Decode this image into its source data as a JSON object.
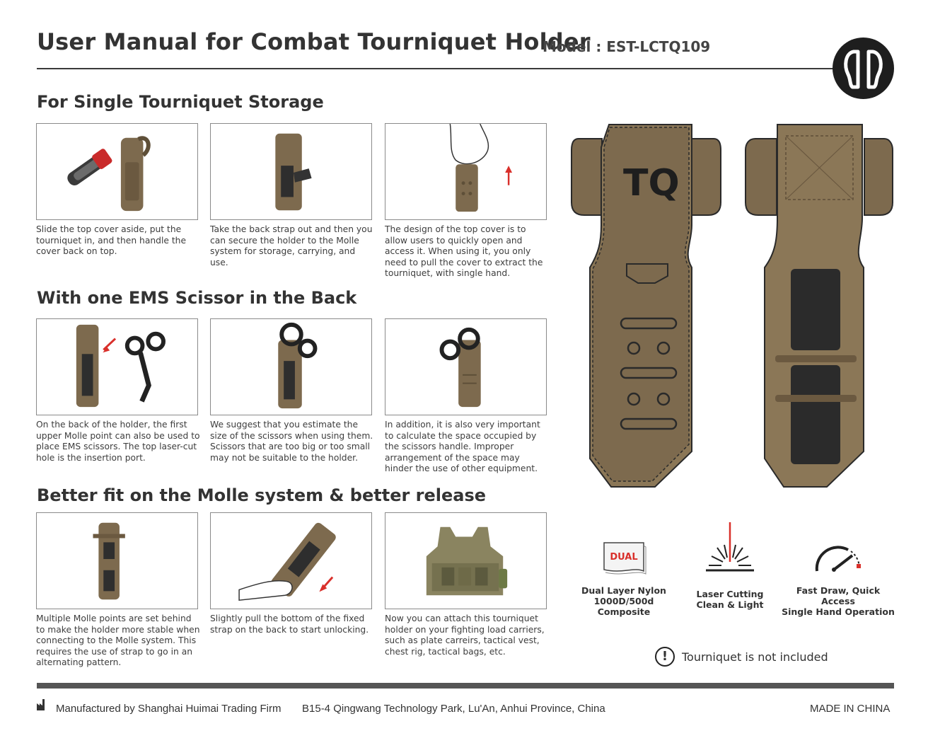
{
  "header": {
    "title": "User Manual for Combat Tourniquet Holder",
    "model": "Model : EST-LCTQ109"
  },
  "sections": [
    {
      "title": "For Single Tourniquet Storage",
      "captions": [
        "Slide the top cover aside, put the tourniquet in, and then handle the cover back on top.",
        "Take the back strap out and then you can secure the holder to the Molle system for storage, carrying, and use.",
        "The design of the top cover is to allow users to quickly open and access it. When using it, you only need to pull the cover to extract the tourniquet, with single hand."
      ]
    },
    {
      "title": "With one EMS Scissor in the Back",
      "captions": [
        "On the back of the holder, the first upper Molle point can also be used to place EMS scissors. The top laser-cut hole is the insertion port.",
        "We suggest that you estimate the size of the scissors when using them. Scissors that are too big or too small may not be suitable to the holder.",
        "In addition, it is also very important to calculate the space occupied by the scissors handle. Improper arrangement of the space may hinder the use of other equipment."
      ]
    },
    {
      "title": "Better fit on the Molle system & better release",
      "captions": [
        "Multiple Molle points are set behind to make the holder more stable when connecting to the Molle system. This requires the use of strap to go in an alternating pattern.",
        "Slightly pull the bottom of the fixed strap on the back to start unlocking.",
        "Now you can attach this tourniquet holder on your fighting load carriers, such as plate carreirs, tactical vest, chest rig, tactical bags, etc."
      ]
    }
  ],
  "hero": {
    "front_mark": "TQ"
  },
  "features": [
    {
      "badge": "DUAL",
      "line1": "Dual Layer Nylon",
      "line2": "1000D/500d Composite"
    },
    {
      "line1": "Laser Cutting",
      "line2": "Clean & Light"
    },
    {
      "line1": "Fast Draw, Quick Access",
      "line2": "Single Hand Operation"
    }
  ],
  "notice": {
    "icon": "!",
    "text": "Tourniquet is not included"
  },
  "footer": {
    "manufacturer": "Manufactured by Shanghai Huimai Trading Firm",
    "address": "B15-4 Qingwang Technology Park, Lu'An, Anhui Province, China",
    "origin": "MADE IN CHINA"
  },
  "colors": {
    "holder": "#7d6a4e",
    "holder_dark": "#5e4f38",
    "holder_light": "#8b7757",
    "accent_red": "#d9302b",
    "ink": "#222222"
  },
  "icons": [
    "factory-icon",
    "brand-logo",
    "arrow-icon",
    "dual-badge-icon",
    "laser-icon",
    "speed-gauge-icon",
    "exclamation-icon"
  ]
}
